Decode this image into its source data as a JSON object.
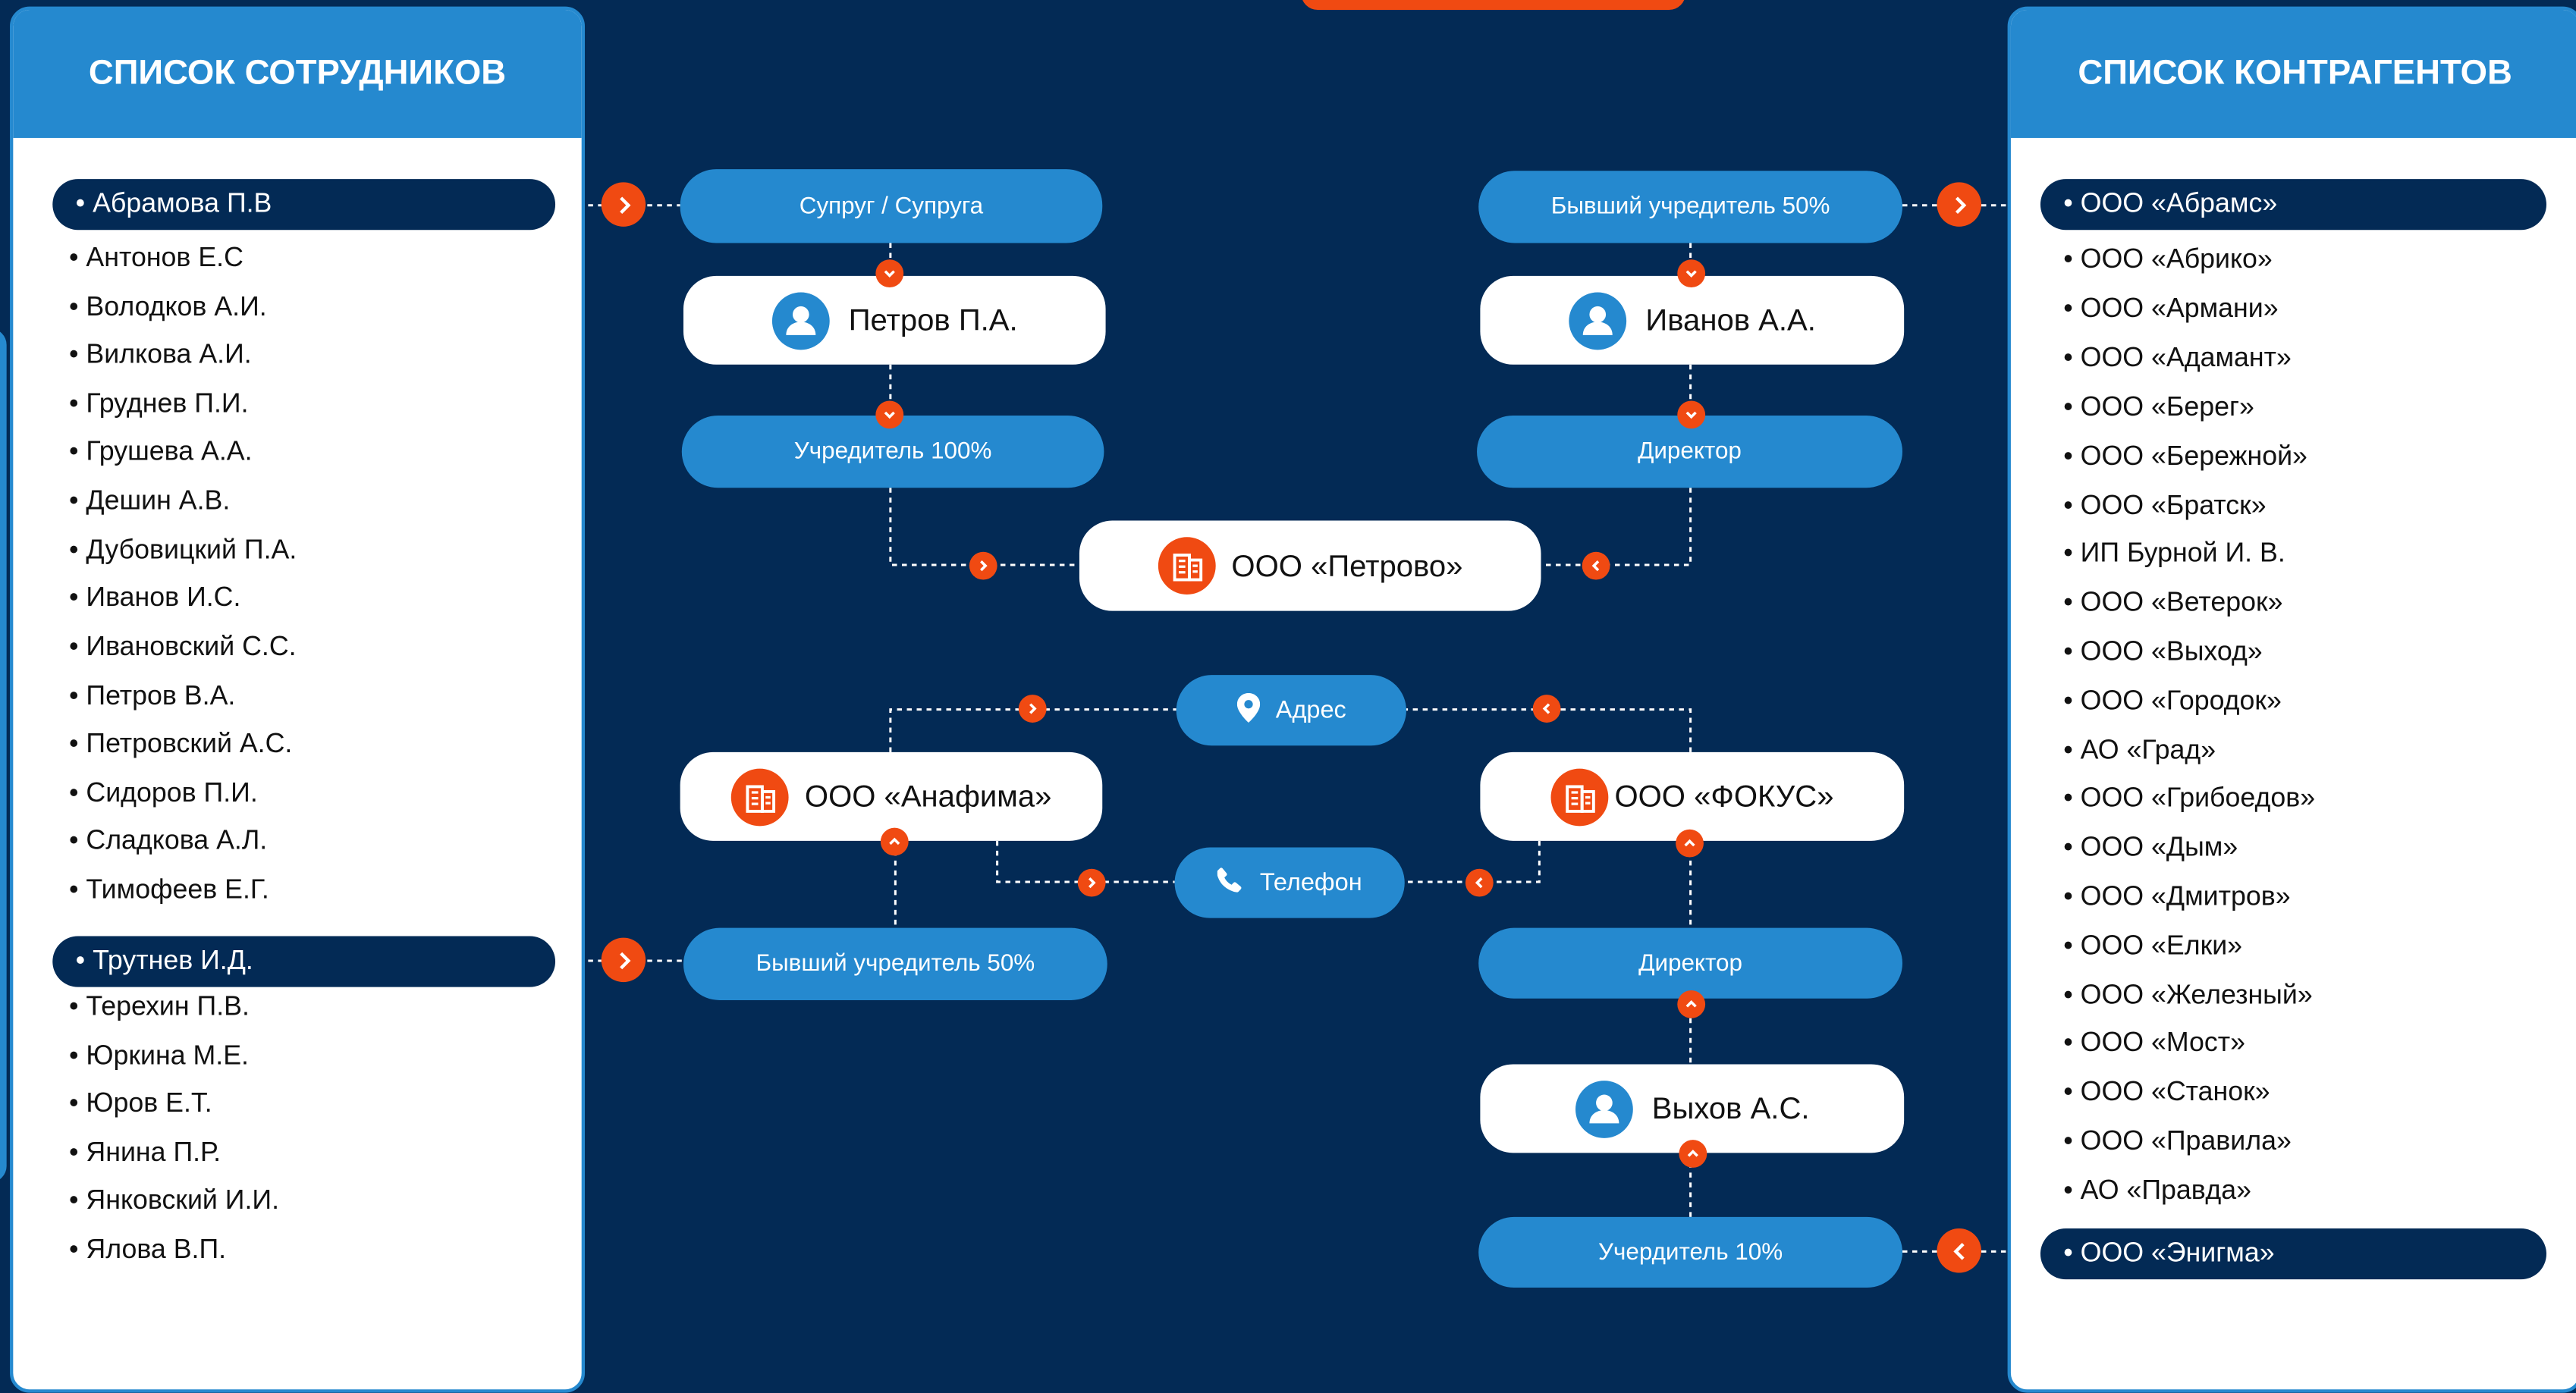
{
  "employees_panel": {
    "title": "СПИСОК СОТРУДНИКОВ",
    "items": [
      "• Абрамова П.В",
      "• Антонов Е.С",
      "• Володков А.И.",
      "• Вилкова А.И.",
      "• Груднев П.И.",
      "• Грушева А.А.",
      "• Дешин А.В.",
      "• Дубовицкий П.А.",
      "• Иванов И.С.",
      "• Ивановский С.С.",
      "• Петров В.А.",
      "• Петровский А.С.",
      "• Сидоров П.И.",
      "• Сладкова А.Л.",
      "• Тимофеев Е.Г.",
      "• Трутнев И.Д.",
      "• Терехин П.В.",
      "• Юркина М.Е.",
      "• Юров Е.Т.",
      "• Янина П.Р.",
      "• Янковский И.И.",
      "• Ялова В.П."
    ]
  },
  "contractors_panel": {
    "title": "СПИСОК КОНТРАГЕНТОВ",
    "items": [
      "• ООО «Абрамс»",
      "• ООО «Абрико»",
      "• ООО «Армани»",
      "• ООО «Адамант»",
      "• ООО «Берег»",
      "• ООО «Бережной»",
      "• ООО «Братск»",
      "• ИП Бурной И. В.",
      "• ООО «Ветерок»",
      "• ООО «Выход»",
      "• ООО «Городок»",
      "• АО «Град»",
      "• ООО «Грибоедов»",
      "• ООО «Дым»",
      "• ООО «Дмитров»",
      "• ООО «Елки»",
      "• ООО «Железный»",
      "• ООО «Мост»",
      "• ООО «Станок»",
      "• ООО «Правила»",
      "• АО «Правда»",
      "• ООО «Энигма»"
    ]
  },
  "diagram": {
    "spouse": "Супруг / Супруга",
    "petrov": "Петров П.А.",
    "founder100": "Учредитель 100%",
    "company_petrovo": "ООО «Петрово»",
    "former_founder_right": "Бывший учредитель 50%",
    "ivanov": "Иванов А.А.",
    "director_top": "Директор",
    "address": "Адрес",
    "company_anafima": "ООО «Анафима»",
    "company_fokus": "ООО «ФОКУС»",
    "phone": "Телефон",
    "former_founder_left": "Бывший учредитель 50%",
    "director_bottom": "Директор",
    "vykhov": "Выхов А.С.",
    "founder10": "Учердитель 10%"
  },
  "colors": {
    "background": "#032a55",
    "accent_blue": "#2589cf",
    "accent_orange": "#f04a12",
    "card": "#ffffff",
    "highlight": "#032a55"
  },
  "icons": {
    "person": "person-icon",
    "company": "building-icon",
    "address": "map-pin-icon",
    "phone": "phone-icon",
    "connector": "chevron-arrow-icon"
  }
}
